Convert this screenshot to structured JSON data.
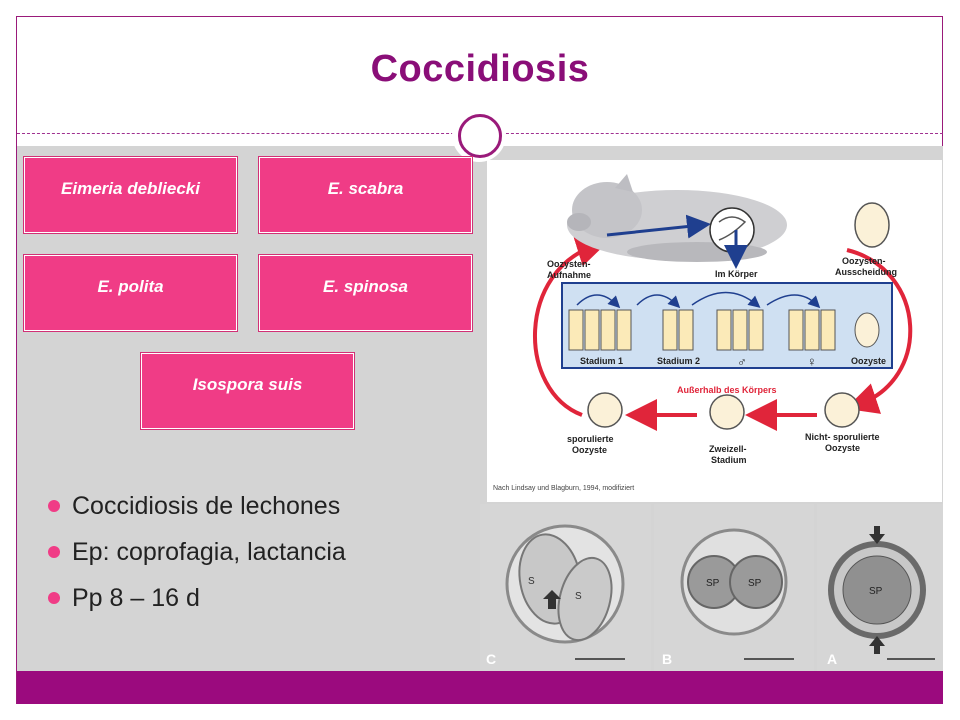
{
  "title": "Coccidiosis",
  "species": {
    "eimeria": "Eimeria debliecki",
    "scabra": "E. scabra",
    "polita": "E. polita",
    "spinosa": "E. spinosa",
    "isospora": "Isospora suis"
  },
  "bullets": [
    "Coccidiosis de lechones",
    "Ep: coprofagia, lactancia",
    "Pp 8 – 16 d"
  ],
  "diagram": {
    "oocyst_uptake": [
      "Oozysten-",
      "Aufnahme"
    ],
    "in_body": "Im Körper",
    "oocyst_excretion": [
      "Oozysten-",
      "Ausscheidung"
    ],
    "stage1": "Stadium 1",
    "stage2": "Stadium 2",
    "male": "♂",
    "female": "♀",
    "oocyst": "Oozyste",
    "outside_body": "Außerhalb des Körpers",
    "sporulated": [
      "sporulierte",
      "Oozyste"
    ],
    "two_cell": [
      "Zweizell-",
      "Stadium"
    ],
    "unsporulated": [
      "Nicht- sporulierte",
      "Oozyste"
    ],
    "citation": "Nach Lindsay und Blagburn, 1994, modifiziert"
  },
  "micrographs": {
    "c": "C",
    "b": "B",
    "a": "A",
    "s": "S",
    "sp": "SP"
  },
  "colors": {
    "title": "#8a0e78",
    "accent": "#f03c86",
    "footer": "#9b0a7e",
    "cycle_arrow": "#e0253a"
  }
}
